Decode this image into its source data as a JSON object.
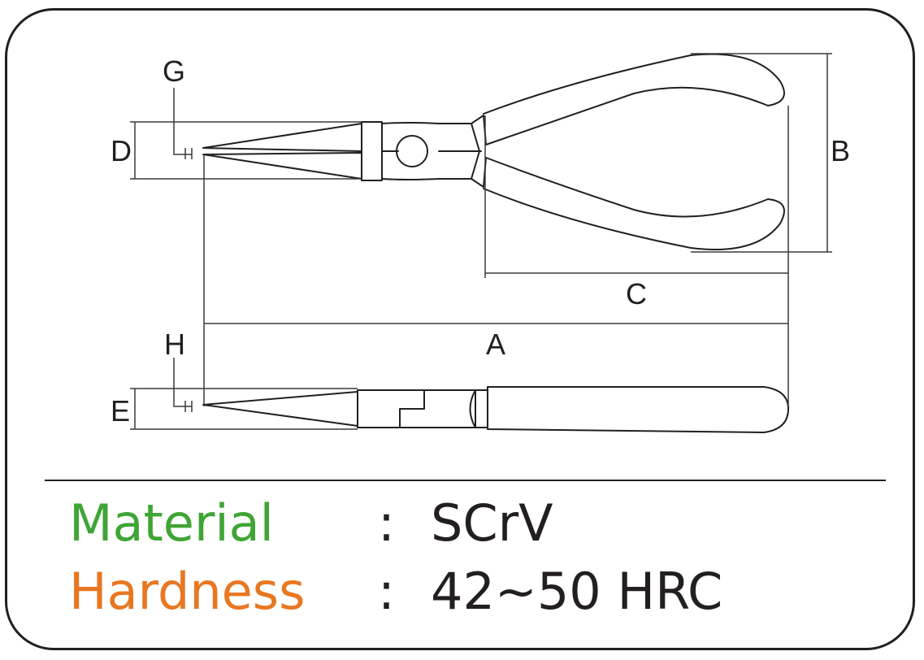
{
  "diagram": {
    "dimension_labels": {
      "a": "A",
      "b": "B",
      "c": "C",
      "d": "D",
      "e": "E",
      "g": "G",
      "h": "H"
    }
  },
  "specs": [
    {
      "key": "Material",
      "value": "SCrV",
      "key_color": "#3fa535",
      "separator": ":"
    },
    {
      "key": "Hardness",
      "value": "42~50 HRC",
      "key_color": "#e87722",
      "separator": ":"
    }
  ],
  "colors": {
    "line": "#231f20",
    "dim_line": "#3a3a3a"
  }
}
